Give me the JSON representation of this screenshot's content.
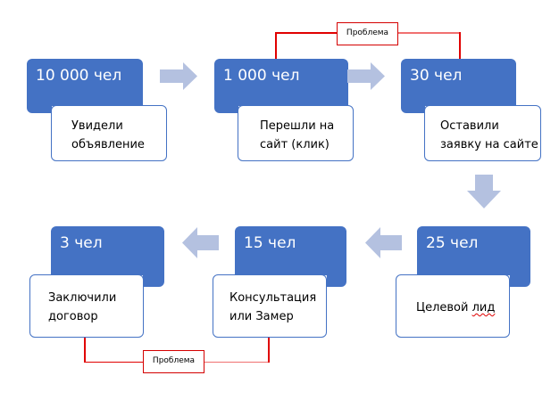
{
  "steps": [
    {
      "count": "10 000 чел",
      "description": [
        "Увидели",
        "объявление"
      ]
    },
    {
      "count": "1 000 чел",
      "description": [
        "Перешли на",
        "сайт (клик)"
      ]
    },
    {
      "count": "30 чел",
      "description": [
        "Оставили",
        "заявку на сайте"
      ]
    },
    {
      "count": "25 чел",
      "description": [
        "Целевой ",
        "лид"
      ]
    },
    {
      "count": "15 чел",
      "description": [
        "Консультация",
        "или Замер"
      ]
    },
    {
      "count": "3 чел",
      "description": [
        "Заключили",
        "договор"
      ]
    }
  ],
  "problems": [
    {
      "label": "Проблема",
      "between": [
        "1 000 чел",
        "30 чел"
      ]
    },
    {
      "label": "Проблема",
      "between": [
        "3 чел",
        "15 чел"
      ]
    }
  ],
  "colors": {
    "box": "#4472c4",
    "arrow": "#b4c1e0",
    "problem": "#d40000"
  }
}
